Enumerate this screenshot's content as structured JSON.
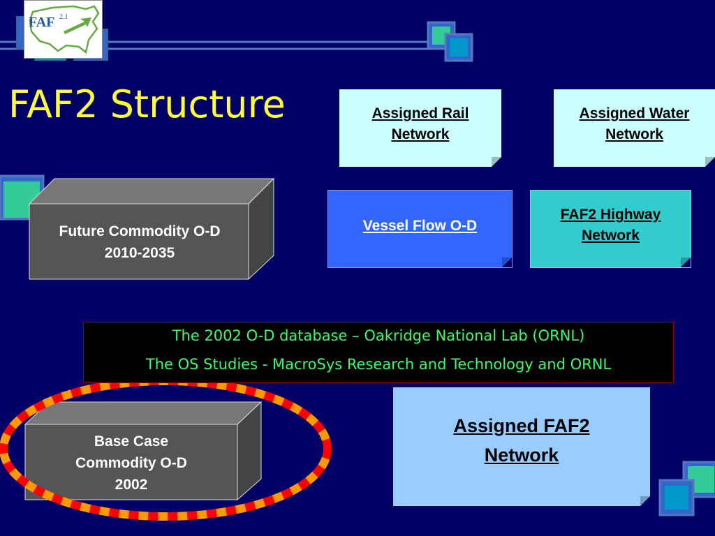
{
  "slide": {
    "title": "FAF2 Structure"
  },
  "logo": {
    "text": "FAF",
    "version": "2.1"
  },
  "boxes": {
    "future_commodity": {
      "line1": "Future Commodity O-D",
      "line2": "2010-2035"
    },
    "base_case": {
      "line1": "Base Case",
      "line2": "Commodity O-D",
      "line3": "2002"
    }
  },
  "notes": {
    "assigned_rail": {
      "line1": "Assigned Rail ",
      "line2": "Network"
    },
    "assigned_water": {
      "line1": "Assigned Water ",
      "line2": "Network"
    },
    "vessel_flow": {
      "line1": "Vessel Flow O-D"
    },
    "faf2_highway": {
      "line1": "FAF2 Highway ",
      "line2": "Network"
    },
    "assigned_faf2": {
      "line1": "Assigned FAF2  ",
      "line2": "Network"
    }
  },
  "info": {
    "line1": "The 2002 O-D database – Oakridge National Lab (ORNL)",
    "line2": "The OS Studies - MacroSys Research and Technology and ORNL"
  },
  "colors": {
    "background": "#000066",
    "title": "#FFFF33",
    "info_text": "#33FF66",
    "highlight_dash_red": "#FF0000",
    "highlight_dash_orange": "#FF9900"
  }
}
